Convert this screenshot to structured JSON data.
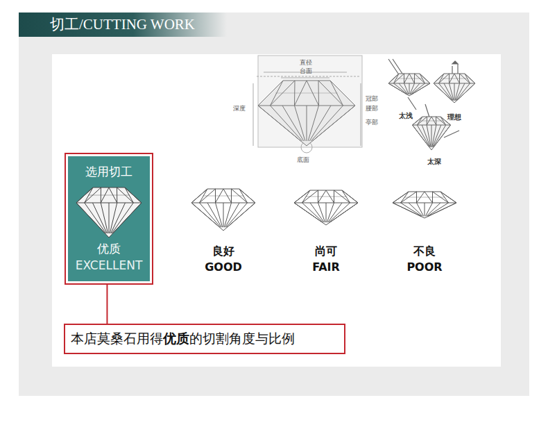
{
  "diagram": {
    "title": "切工/CUTTING WORK",
    "nodes": [
      {
        "text": [
          "选用切工",
          "优质",
          "EXCELLENT"
        ]
      },
      {
        "text": [
          "本店莫桑石用得",
          "优质",
          "的切割角度与比例"
        ]
      }
    ],
    "edges": [
      {
        "from": 0,
        "to": 1,
        "arrow": "none"
      }
    ],
    "labels": [
      "直径",
      "台面",
      "冠部",
      "腰部",
      "亭部",
      "深度",
      "底面",
      "太浅",
      "理想",
      "太深",
      "良好",
      "GOOD",
      "尚可",
      "FAIR",
      "不良",
      "POOR"
    ]
  }
}
